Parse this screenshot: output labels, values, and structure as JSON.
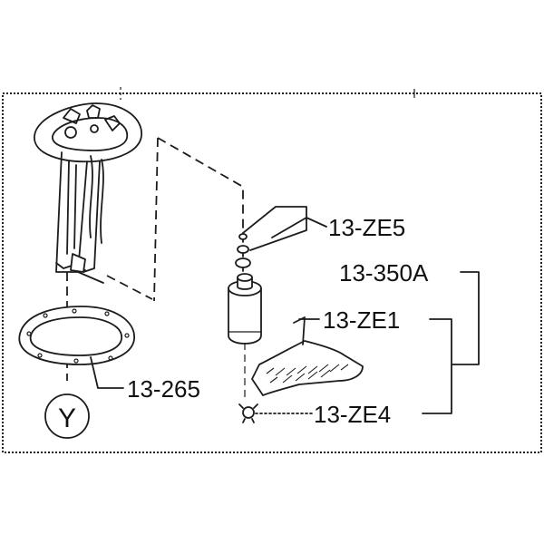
{
  "callouts": {
    "ze5": "13-ZE5",
    "a350": "13-350A",
    "ze1": "13-ZE1",
    "r265": "13-265",
    "ze4": "13-ZE4"
  },
  "view_marker": "Y",
  "colors": {
    "line": "#1c1c1c",
    "background": "#ffffff"
  }
}
